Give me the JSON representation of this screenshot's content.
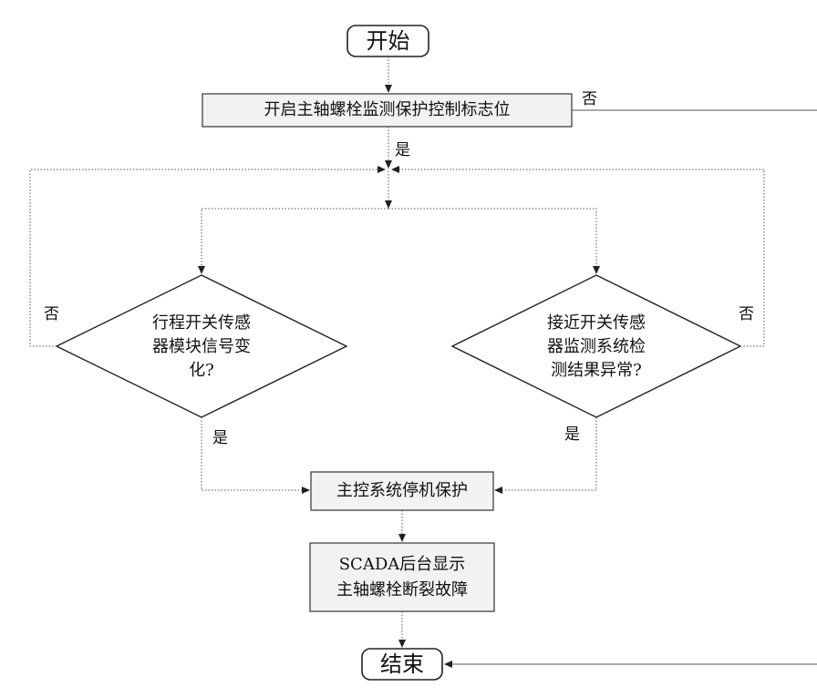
{
  "nodes": {
    "start": "开始",
    "enable_flag": "开启主轴螺栓监测保护控制标志位",
    "decision_travel_switch": [
      "行程开关传感",
      "器模块信号变",
      "化?"
    ],
    "decision_proximity_switch": [
      "接近开关传感",
      "器监测系统检",
      "测结果异常?"
    ],
    "shutdown": "主控系统停机保护",
    "scada_display": [
      "SCADA后台显示",
      "主轴螺栓断裂故障"
    ],
    "end": "结束"
  },
  "edge_labels": {
    "flag_no": "否",
    "flag_yes": "是",
    "travel_no": "否",
    "travel_yes": "是",
    "proximity_no": "否",
    "proximity_yes": "是"
  },
  "colors": {
    "stroke": "#222222",
    "dotted": "#555555",
    "box_fill": "#f2f2f2",
    "text": "#111111"
  }
}
